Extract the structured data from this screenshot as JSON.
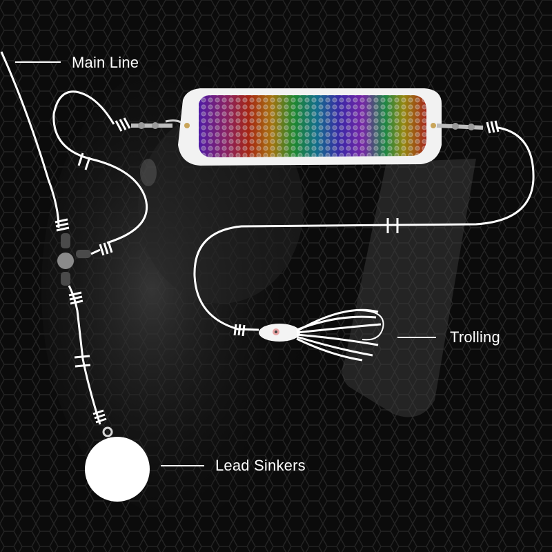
{
  "labels": {
    "main_line": "Main Line",
    "trolling": "Trolling",
    "lead_sinkers": "Lead Sinkers"
  },
  "colors": {
    "background": "#0b0b0b",
    "line": "#ffffff",
    "flasher_frame": "#f2f2f2",
    "sinker": "#ffffff"
  },
  "icons": {
    "flasher": "rainbow-holographic-flasher-icon",
    "swivel": "three-way-swivel-icon",
    "lure": "squid-skirt-lure-icon",
    "sinker": "round-lead-sinker-icon"
  }
}
